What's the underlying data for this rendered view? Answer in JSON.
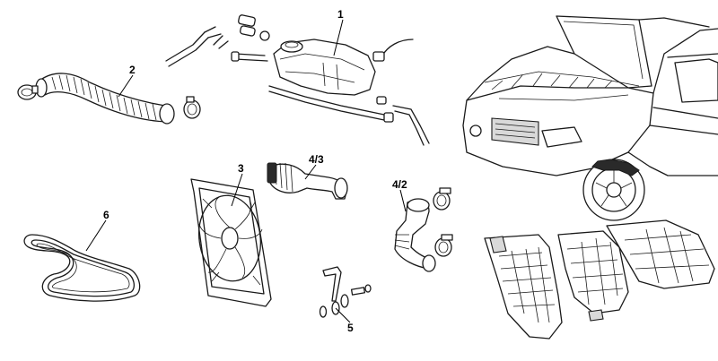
{
  "labels": {
    "l1": "1",
    "l2": "2",
    "l3": "3",
    "l43": "4/3",
    "l42": "4/2",
    "l5": "5",
    "l6": "6"
  }
}
